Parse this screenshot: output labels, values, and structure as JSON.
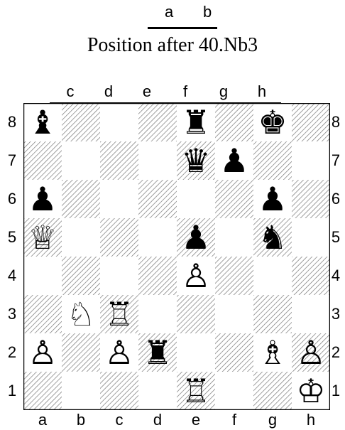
{
  "header": {
    "top_files": [
      "a",
      "b"
    ],
    "caption": "Position after 40.Nb3"
  },
  "board": {
    "top_files": [
      "c",
      "d",
      "e",
      "f",
      "g",
      "h"
    ],
    "bottom_files": [
      "a",
      "b",
      "c",
      "d",
      "e",
      "f",
      "g",
      "h"
    ],
    "ranks": [
      "8",
      "7",
      "6",
      "5",
      "4",
      "3",
      "2",
      "1"
    ],
    "pieces": [
      {
        "square": "a8",
        "piece": "black-bishop",
        "glyph": "♝"
      },
      {
        "square": "e8",
        "piece": "black-rook",
        "glyph": "♜"
      },
      {
        "square": "g8",
        "piece": "black-king",
        "glyph": "♚"
      },
      {
        "square": "e7",
        "piece": "black-queen",
        "glyph": "♛"
      },
      {
        "square": "f7",
        "piece": "black-pawn",
        "glyph": "♟"
      },
      {
        "square": "a6",
        "piece": "black-pawn",
        "glyph": "♟"
      },
      {
        "square": "g6",
        "piece": "black-pawn",
        "glyph": "♟"
      },
      {
        "square": "a5",
        "piece": "white-queen",
        "glyph": "♕"
      },
      {
        "square": "e5",
        "piece": "black-pawn",
        "glyph": "♟"
      },
      {
        "square": "g5",
        "piece": "black-knight",
        "glyph": "♞"
      },
      {
        "square": "e4",
        "piece": "white-pawn",
        "glyph": "♙"
      },
      {
        "square": "b3",
        "piece": "white-knight",
        "glyph": "♘"
      },
      {
        "square": "c3",
        "piece": "white-rook",
        "glyph": "♖"
      },
      {
        "square": "a2",
        "piece": "white-pawn",
        "glyph": "♙"
      },
      {
        "square": "c2",
        "piece": "white-pawn",
        "glyph": "♙"
      },
      {
        "square": "d2",
        "piece": "black-rook",
        "glyph": "♜"
      },
      {
        "square": "g2",
        "piece": "white-bishop",
        "glyph": "♗"
      },
      {
        "square": "h2",
        "piece": "white-pawn",
        "glyph": "♙"
      },
      {
        "square": "e1",
        "piece": "white-rook",
        "glyph": "♖"
      },
      {
        "square": "h1",
        "piece": "white-king",
        "glyph": "♔"
      }
    ],
    "colors": {
      "light_square": "#ffffff",
      "dark_hatch": "#777777",
      "border": "#000000"
    }
  }
}
